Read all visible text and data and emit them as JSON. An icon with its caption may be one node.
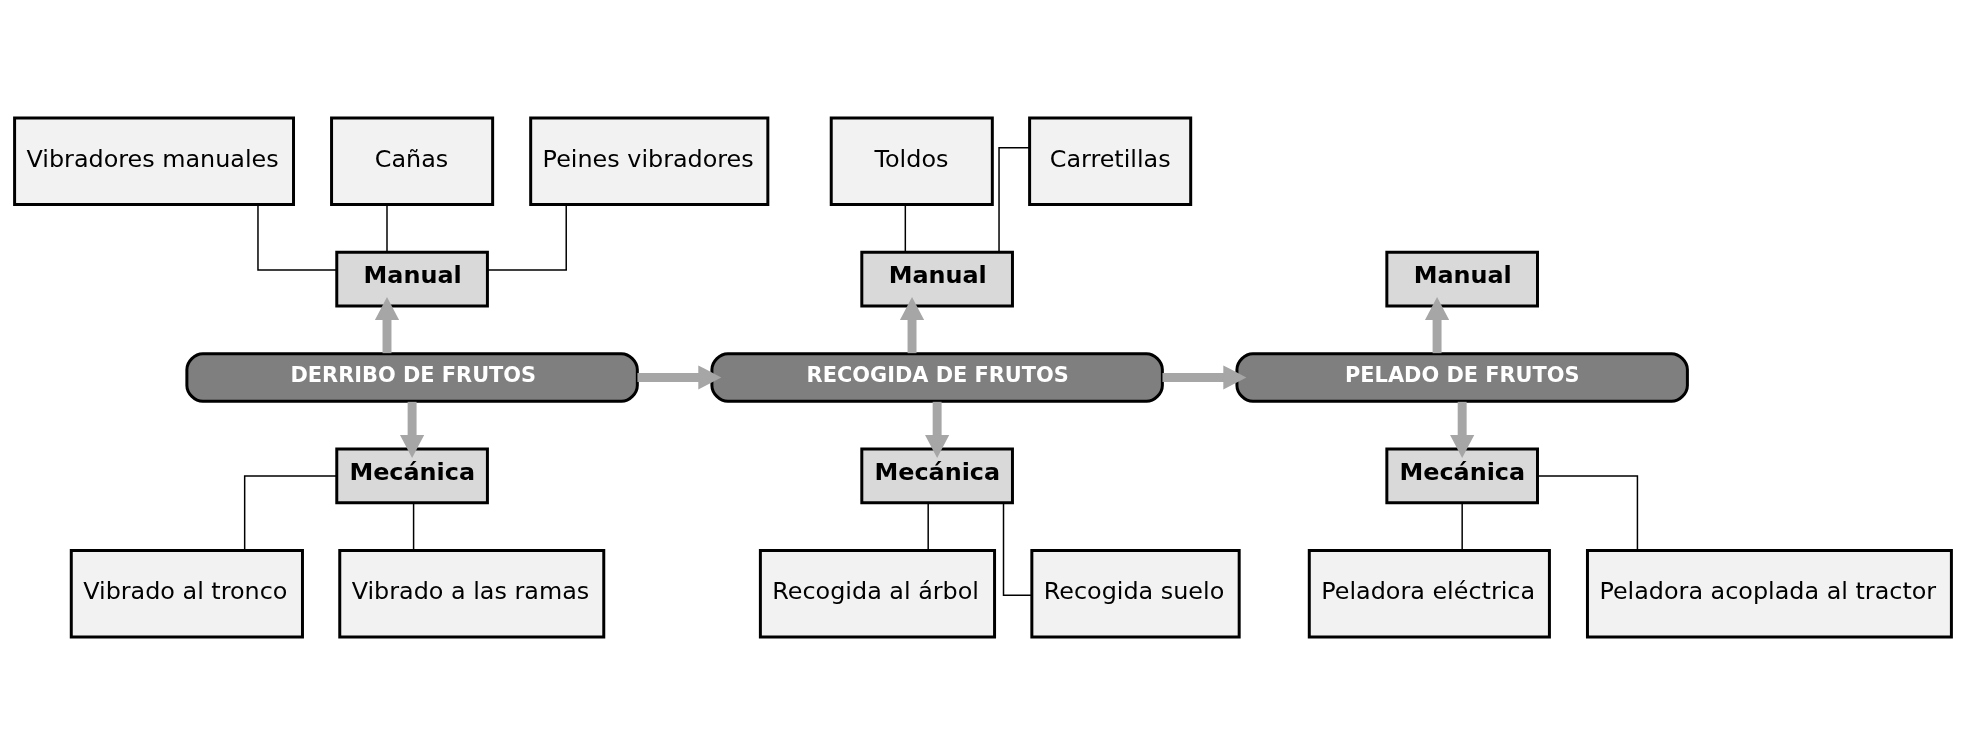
{
  "diagram": {
    "nodes": [
      {
        "text": [
          "DERRIBO DE FRUTOS"
        ]
      },
      {
        "text": [
          "Manual"
        ]
      },
      {
        "text": [
          "Vibradores manuales"
        ]
      },
      {
        "text": [
          "Cañas"
        ]
      },
      {
        "text": [
          "Peines vibradores"
        ]
      },
      {
        "text": [
          "Mecánica"
        ]
      },
      {
        "text": [
          "Vibrado al tronco"
        ]
      },
      {
        "text": [
          "Vibrado a las ramas"
        ]
      },
      {
        "text": [
          "RECOGIDA DE FRUTOS"
        ]
      },
      {
        "text": [
          "Manual"
        ]
      },
      {
        "text": [
          "Toldos"
        ]
      },
      {
        "text": [
          "Carretillas"
        ]
      },
      {
        "text": [
          "Mecánica"
        ]
      },
      {
        "text": [
          "Recogida al árbol"
        ]
      },
      {
        "text": [
          "Recogida suelo"
        ]
      },
      {
        "text": [
          "PELADO DE FRUTOS"
        ]
      },
      {
        "text": [
          "Manual"
        ]
      },
      {
        "text": [
          "Mecánica"
        ]
      },
      {
        "text": [
          "Peladora eléctrica"
        ]
      },
      {
        "text": [
          "Peladora acoplada al tractor"
        ]
      }
    ],
    "edges": [
      {
        "from": 0,
        "to": 1,
        "arrow": "to",
        "style": "thick",
        "color": "#a6a6a6"
      },
      {
        "from": 1,
        "to": 2,
        "arrow": "none"
      },
      {
        "from": 1,
        "to": 3,
        "arrow": "none"
      },
      {
        "from": 1,
        "to": 4,
        "arrow": "none"
      },
      {
        "from": 0,
        "to": 5,
        "arrow": "to",
        "style": "thick",
        "color": "#a6a6a6"
      },
      {
        "from": 5,
        "to": 6,
        "arrow": "none"
      },
      {
        "from": 5,
        "to": 7,
        "arrow": "none"
      },
      {
        "from": 0,
        "to": 8,
        "arrow": "to",
        "style": "thick",
        "color": "#a6a6a6"
      },
      {
        "from": 8,
        "to": 9,
        "arrow": "to",
        "style": "thick",
        "color": "#a6a6a6"
      },
      {
        "from": 9,
        "to": 10,
        "arrow": "none"
      },
      {
        "from": 9,
        "to": 11,
        "arrow": "none"
      },
      {
        "from": 8,
        "to": 12,
        "arrow": "to",
        "style": "thick",
        "color": "#a6a6a6"
      },
      {
        "from": 12,
        "to": 13,
        "arrow": "none"
      },
      {
        "from": 12,
        "to": 14,
        "arrow": "none"
      },
      {
        "from": 8,
        "to": 15,
        "arrow": "to",
        "style": "thick",
        "color": "#a6a6a6"
      },
      {
        "from": 15,
        "to": 16,
        "arrow": "to",
        "style": "thick",
        "color": "#a6a6a6"
      },
      {
        "from": 15,
        "to": 17,
        "arrow": "to",
        "style": "thick",
        "color": "#a6a6a6"
      },
      {
        "from": 17,
        "to": 18,
        "arrow": "none"
      },
      {
        "from": 17,
        "to": 19,
        "arrow": "none"
      }
    ]
  }
}
